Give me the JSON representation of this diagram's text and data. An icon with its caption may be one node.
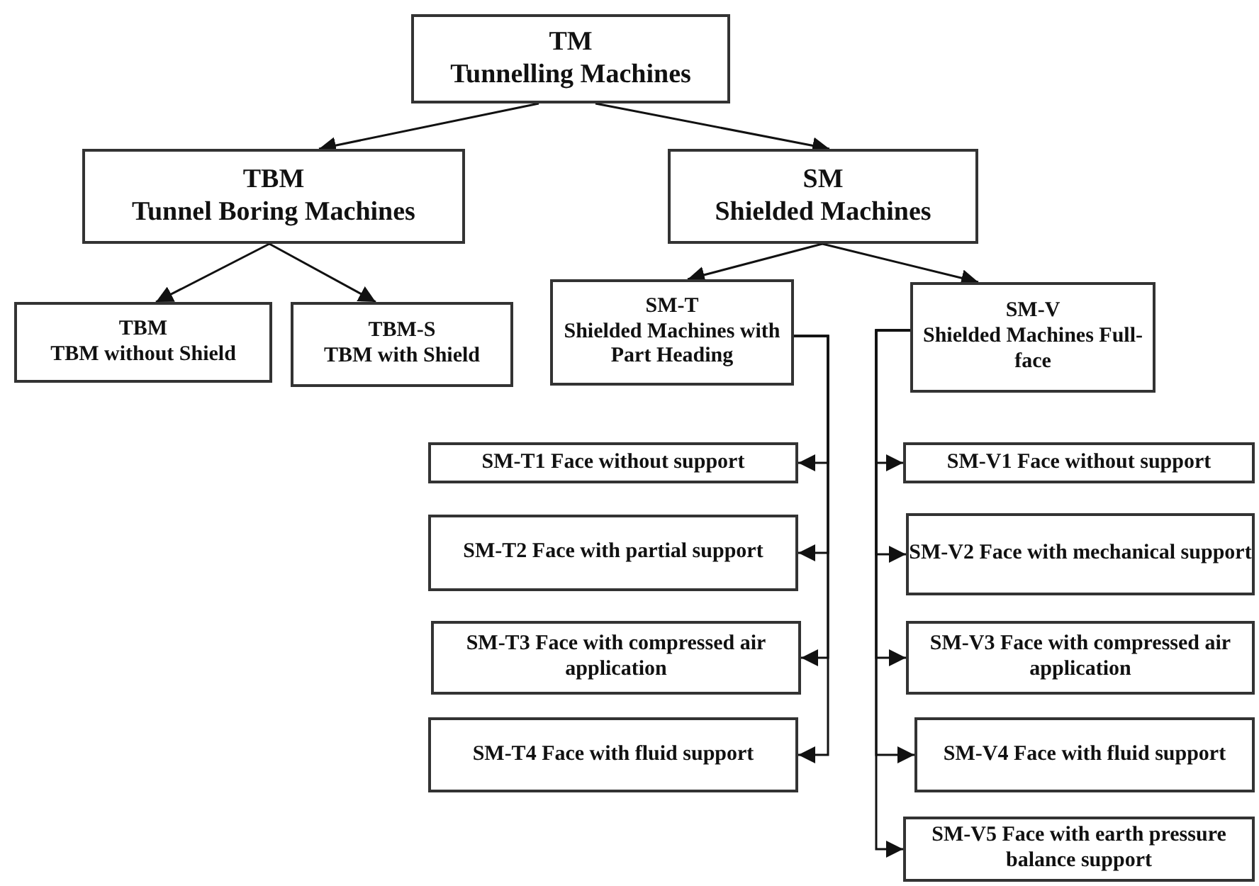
{
  "diagram": {
    "nodes": [
      {
        "text": [
          "TM",
          "Tunnelling Machines"
        ]
      },
      {
        "text": [
          "TBM",
          "Tunnel Boring Machines"
        ]
      },
      {
        "text": [
          "SM",
          "Shielded Machines"
        ]
      },
      {
        "text": [
          "TBM",
          "TBM without Shield"
        ]
      },
      {
        "text": [
          "TBM-S",
          "TBM with Shield"
        ]
      },
      {
        "text": [
          "SM-T",
          "Shielded Machines with Part Heading"
        ]
      },
      {
        "text": [
          "SM-V",
          "Shielded Machines Full-face"
        ]
      },
      {
        "text": [
          "SM-T1 Face without support"
        ]
      },
      {
        "text": [
          "SM-T2 Face with partial support"
        ]
      },
      {
        "text": [
          "SM-T3 Face with compressed air application"
        ]
      },
      {
        "text": [
          "SM-T4 Face with fluid support"
        ]
      },
      {
        "text": [
          "SM-V1 Face without support"
        ]
      },
      {
        "text": [
          "SM-V2 Face with mechanical support"
        ]
      },
      {
        "text": [
          "SM-V3 Face with compressed air application"
        ]
      },
      {
        "text": [
          "SM-V4 Face with fluid support"
        ]
      },
      {
        "text": [
          "SM-V5 Face with earth pressure balance support"
        ]
      }
    ],
    "edges": [
      {
        "from": 0,
        "to": 1,
        "arrow": "to"
      },
      {
        "from": 0,
        "to": 2,
        "arrow": "to"
      },
      {
        "from": 1,
        "to": 3,
        "arrow": "to"
      },
      {
        "from": 1,
        "to": 4,
        "arrow": "to"
      },
      {
        "from": 2,
        "to": 5,
        "arrow": "to"
      },
      {
        "from": 2,
        "to": 6,
        "arrow": "to"
      },
      {
        "from": 5,
        "to": 7,
        "arrow": "to"
      },
      {
        "from": 5,
        "to": 8,
        "arrow": "to"
      },
      {
        "from": 5,
        "to": 9,
        "arrow": "to"
      },
      {
        "from": 5,
        "to": 10,
        "arrow": "to"
      },
      {
        "from": 6,
        "to": 11,
        "arrow": "to"
      },
      {
        "from": 6,
        "to": 12,
        "arrow": "to"
      },
      {
        "from": 6,
        "to": 13,
        "arrow": "to"
      },
      {
        "from": 6,
        "to": 14,
        "arrow": "to"
      },
      {
        "from": 6,
        "to": 15,
        "arrow": "to"
      }
    ]
  }
}
